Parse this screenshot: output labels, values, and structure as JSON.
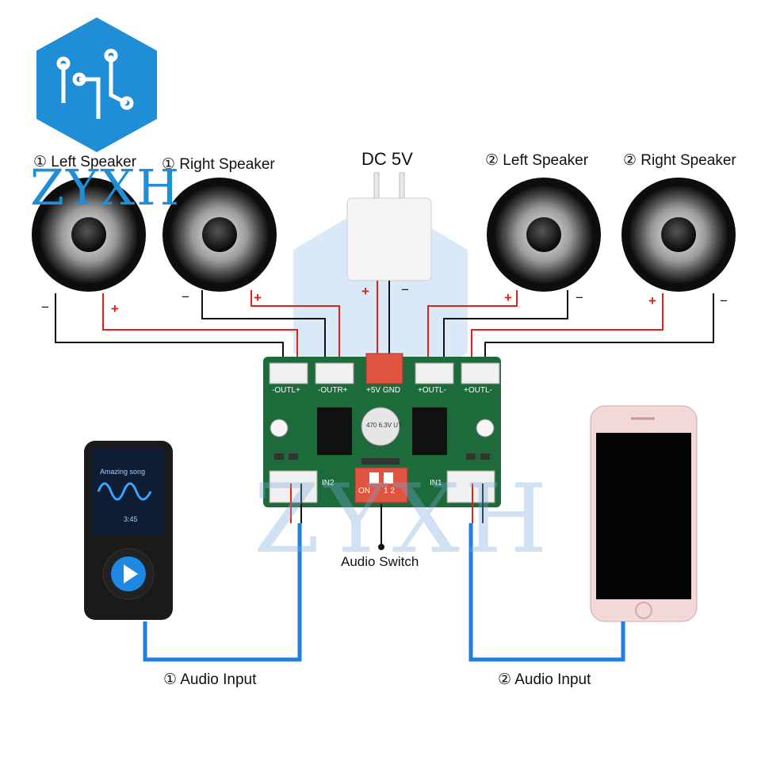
{
  "brand": {
    "name": "ZYXH",
    "watermark": "ZYXH"
  },
  "labels": {
    "left_speaker_1": "① Left Speaker",
    "right_speaker_1": "① Right Speaker",
    "dc": "DC 5V",
    "left_speaker_2": "② Left Speaker",
    "right_speaker_2": "② Right Speaker",
    "audio_switch": "Audio Switch",
    "audio_input_1": "① Audio Input",
    "audio_input_2": "② Audio Input"
  },
  "polarity": {
    "plus": "+",
    "minus": "−"
  },
  "board": {
    "out_l_1": "-OUTL+",
    "out_r_1": "-OUTR+",
    "power": "+5V  GND",
    "out_l_2": "+OUTL-",
    "out_r_2": "+OUTL-",
    "in2": "IN2",
    "in1": "IN1",
    "cap": "470 6.3V UT",
    "switch_on": "ON",
    "switch_nums": "1 2"
  },
  "phone_player": {
    "title": "Amazing song",
    "time": "3:45"
  },
  "colors": {
    "red": "#e0201b",
    "blue": "#1e7fe0",
    "black": "#111111",
    "pcb": "#1d6b3a",
    "brand": "#1f8ed6"
  }
}
